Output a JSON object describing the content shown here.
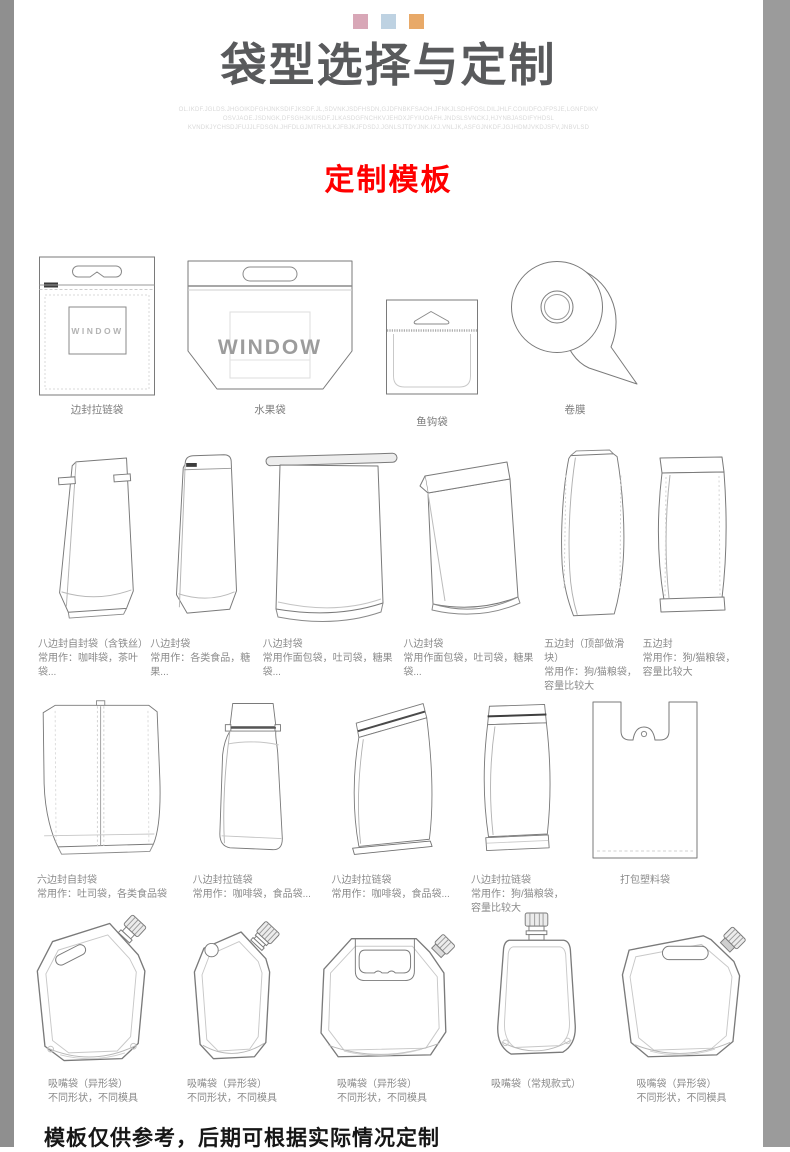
{
  "header": {
    "squares": [
      {
        "name": "pink-square",
        "color": "#d8a7b7"
      },
      {
        "name": "blue-square",
        "color": "#bed2e2"
      },
      {
        "name": "orange-square",
        "color": "#e8a968"
      }
    ],
    "title": "袋型选择与定制",
    "fine_print": [
      "OL.IKDF.JGLDS.JHGOIKDFGHJNKSDIFJKSDF.JL,SDVNKJSDFHSDN,GJDFNBKFSAOH.JFNKJLSDHFOSLDILJHLF.COIUDFOJFPSJE,LGNFDIKV",
      "OSVJAOE.JSDNGK,DFSGHJKIUSDF.JLKASDGFNCHKVJEHDXJFYIUOAFH.JNDSLSVNCKJ,HJYNBJASDIFYHDSL",
      "KVNDKJYCHSDJFUJJLFDSGN.JHFDLGJMTRHJLKJFBJKJFDSDJ.JGNLSJTDYJNK.IXJ.VNLJK,ASFGJNKDF.JGJHDMJVKDJSFV,JNBVLSD"
    ],
    "section_label": "定制模板",
    "section_label_color": "#ff0000"
  },
  "decor": {
    "window_label": "WINDOW"
  },
  "rows": [
    {
      "items": [
        {
          "label": "边封拉链袋"
        },
        {
          "label": "水果袋"
        },
        {
          "label": "鱼钩袋"
        },
        {
          "label": "卷膜"
        }
      ]
    },
    {
      "items": [
        {
          "label": "八边封自封袋（含铁丝）",
          "desc": "常用作：咖啡袋，茶叶袋..."
        },
        {
          "label": "八边封袋",
          "desc": "常用作：各类食品，糖果..."
        },
        {
          "label": "八边封袋",
          "desc": "常用作面包袋，吐司袋，糖果袋..."
        },
        {
          "label": "八边封袋",
          "desc": "常用作面包袋，吐司袋，糖果袋..."
        },
        {
          "label": "五边封（顶部做滑块）",
          "desc": "常用作：狗/猫粮袋，",
          "desc2": "容量比较大"
        },
        {
          "label": "五边封",
          "desc": "常用作：狗/猫粮袋，",
          "desc2": "容量比较大"
        }
      ]
    },
    {
      "items": [
        {
          "label": "六边封自封袋",
          "desc": "常用作：吐司袋，各类食品袋"
        },
        {
          "label": "八边封拉链袋",
          "desc": "常用作：咖啡袋，食品袋..."
        },
        {
          "label": "八边封拉链袋",
          "desc": "常用作：咖啡袋，食品袋..."
        },
        {
          "label": "八边封拉链袋",
          "desc": "常用作：狗/猫粮袋，",
          "desc2": "容量比较大"
        },
        {
          "label": "打包塑料袋"
        }
      ]
    },
    {
      "items": [
        {
          "label": "吸嘴袋（异形袋）",
          "desc": "不同形状，不同模具"
        },
        {
          "label": "吸嘴袋（异形袋）",
          "desc": "不同形状，不同模具"
        },
        {
          "label": "吸嘴袋（异形袋）",
          "desc": "不同形状，不同模具"
        },
        {
          "label": "吸嘴袋（常规款式）"
        },
        {
          "label": "吸嘴袋（异形袋）",
          "desc": "不同形状，不同模具"
        }
      ]
    }
  ],
  "footer": {
    "note": "模板仅供参考，后期可根据实际情况定制"
  }
}
